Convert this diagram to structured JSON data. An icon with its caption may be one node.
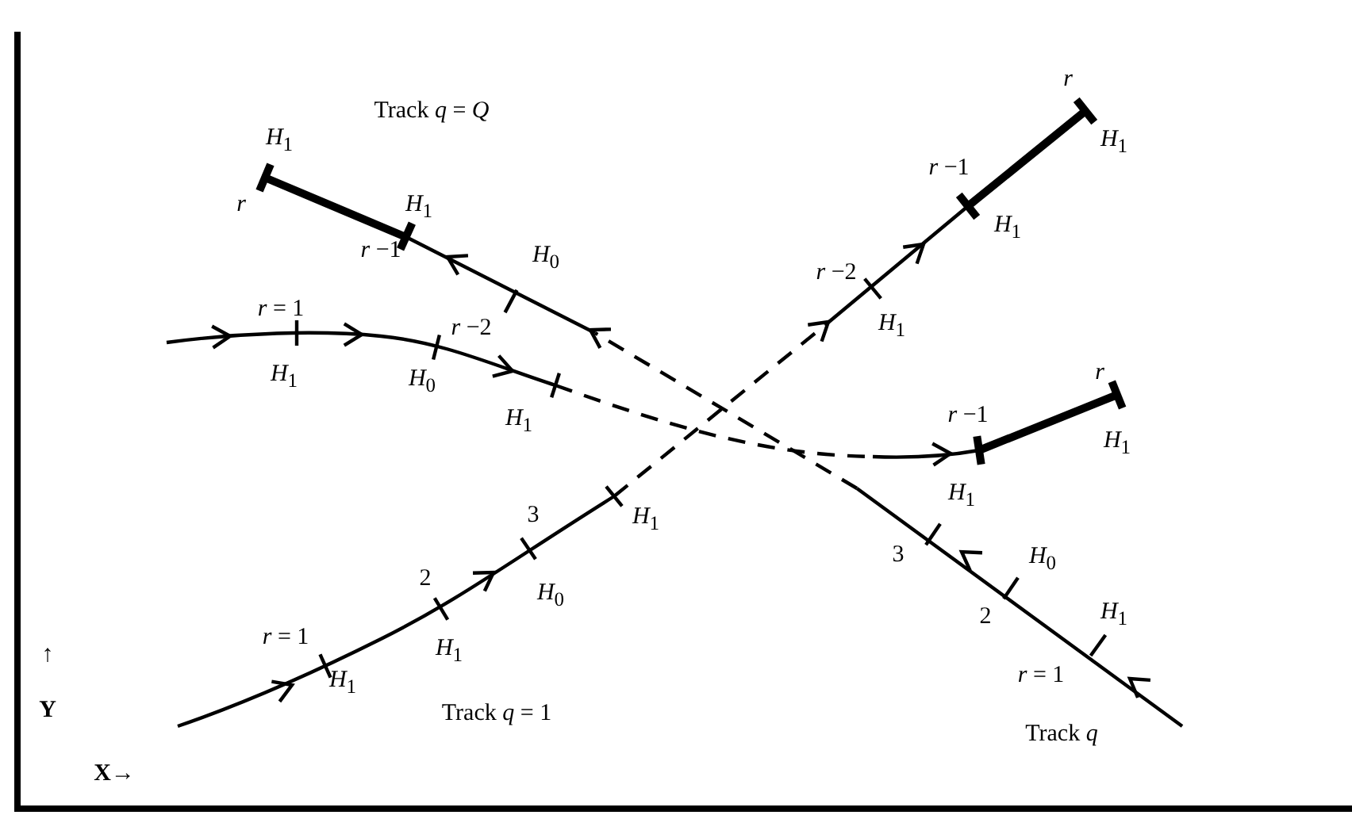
{
  "diagram": {
    "labels": [
      "*r*",
      "Track *q* = *Q*",
      "*H*$_{1}$",
      "*H*$_{1}$",
      "*r*",
      "*r* −1",
      "*H*$_{1}$",
      "*H*$_{1}$",
      "*H*$_{0}$",
      "*r* −1",
      "*r* = 1",
      "*r* −2",
      "*H*$_{1}$",
      "*r* −2",
      "*r*",
      "*H*$_{1}$",
      "*H*$_{0}$",
      "*H*$_{1}$",
      "*r* −1",
      "*H*$_{1}$",
      "*H*$_{1}$",
      "3",
      "*H*$_{1}$",
      "3",
      "*H*$_{0}$",
      "2",
      "*H*$_{0}$",
      "*H*$_{1}$",
      "2",
      "*r* = 1",
      "*H*$_{1}$",
      "↑",
      "*r* = 1",
      "Y",
      "*H*$_{1}$",
      "Track *q* = 1",
      "Track *q*",
      "**X**→"
    ]
  }
}
